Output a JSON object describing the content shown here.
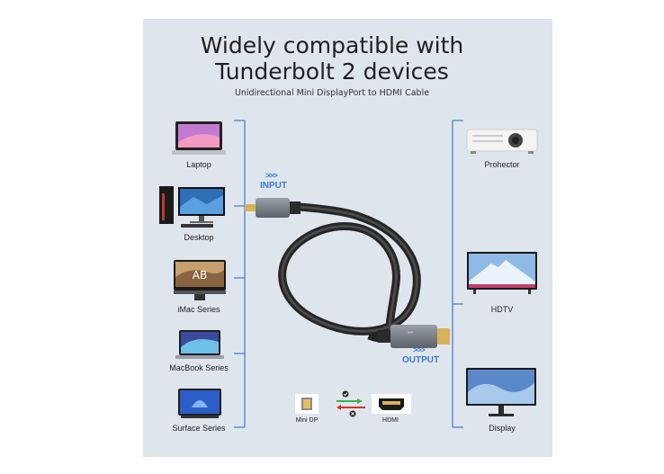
{
  "title_line1": "Widely compatible with",
  "title_line2": "Tunderbolt 2 devices",
  "subtitle": "Unidirectional Mini DisplayPort to HDMI Cable",
  "input_devices": [
    {
      "label": "Laptop"
    },
    {
      "label": "Desktop"
    },
    {
      "label": "iMac Series"
    },
    {
      "label": "MacBook Series"
    },
    {
      "label": "Surface Series"
    }
  ],
  "output_devices": [
    {
      "label": "Prohector"
    },
    {
      "label": "HDTV"
    },
    {
      "label": "Display"
    }
  ],
  "input_label": "INPUT",
  "output_label": "OUTPUT",
  "chevrons": ">>>",
  "legend": {
    "left_label": "Mini DP",
    "right_label": "HDMI"
  },
  "colors": {
    "background_panel": "#dfe5ed",
    "accent_blue": "#3a7bd5",
    "arrow_green": "#3cb043",
    "arrow_red": "#d93025"
  }
}
